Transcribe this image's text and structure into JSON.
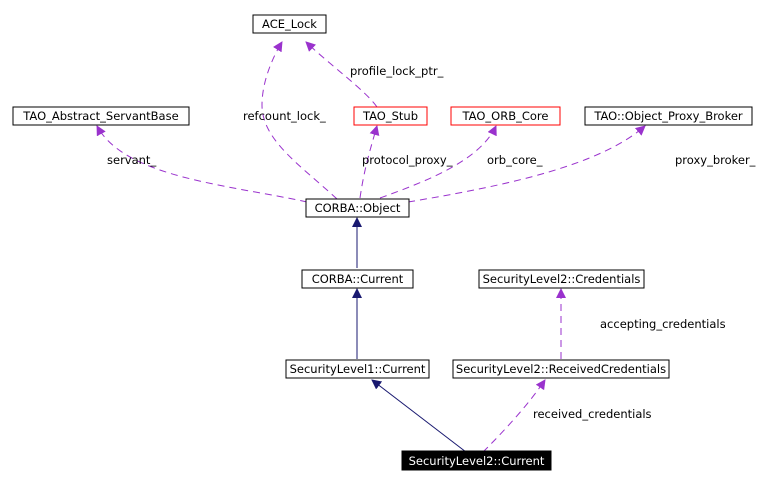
{
  "diagram": {
    "nodes": {
      "ace_lock": "ACE_Lock",
      "tao_abstract_servantbase": "TAO_Abstract_ServantBase",
      "tao_stub": "TAO_Stub",
      "tao_orb_core": "TAO_ORB_Core",
      "tao_object_proxy_broker": "TAO::Object_Proxy_Broker",
      "corba_object": "CORBA::Object",
      "corba_current": "CORBA::Current",
      "securitylevel2_credentials": "SecurityLevel2::Credentials",
      "securitylevel1_current": "SecurityLevel1::Current",
      "securitylevel2_receivedcredentials": "SecurityLevel2::ReceivedCredentials",
      "securitylevel2_current": "SecurityLevel2::Current"
    },
    "edge_labels": {
      "profile_lock_ptr": "profile_lock_ptr_",
      "refcount_lock": "refcount_lock_",
      "servant": "servant_",
      "protocol_proxy": "protocol_proxy_",
      "orb_core": "orb_core_",
      "proxy_broker": "proxy_broker_",
      "accepting_credentials": "accepting_credentials",
      "received_credentials": "received_credentials"
    },
    "colors": {
      "inheritance_edge": "#191970",
      "association_edge": "#9a32cd",
      "highlight_border": "#ff0000",
      "focus_node_fill": "#000000"
    }
  }
}
